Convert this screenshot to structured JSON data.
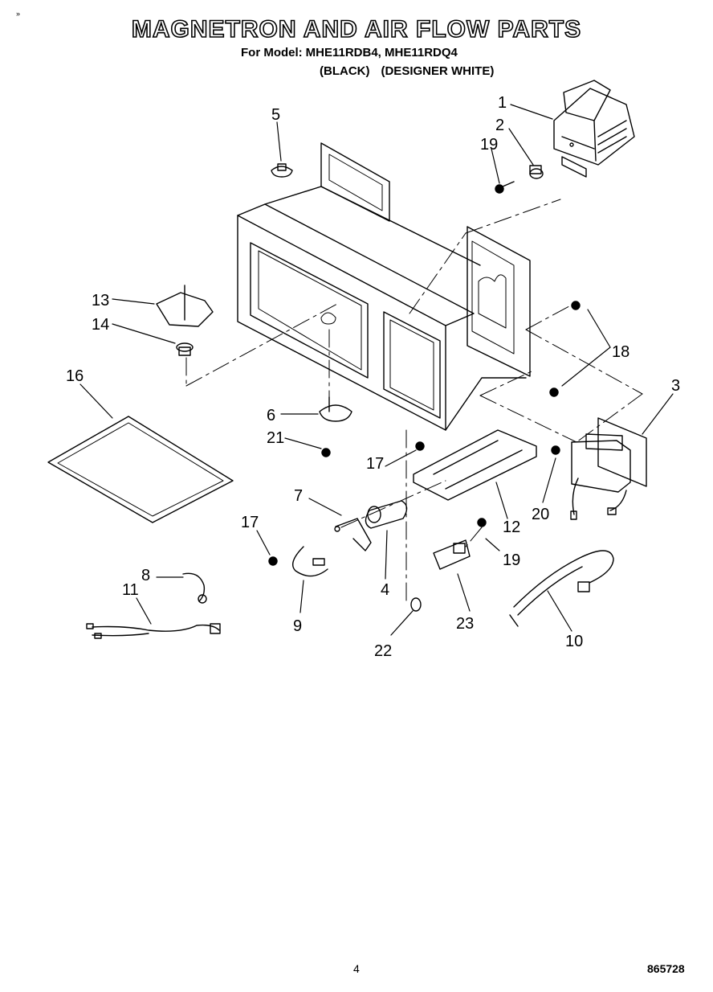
{
  "header": {
    "corner_mark": "»",
    "title": "MAGNETRON AND AIR FLOW PARTS",
    "model_label": "For Model:",
    "models": "MHE11RDB4, MHE11RDQ4",
    "finishes": [
      "(BLACK)",
      "(DESIGNER WHITE)"
    ]
  },
  "callouts": {
    "magnetron": "1",
    "thermal_cutout_top": "2",
    "transformer": "3",
    "capacitor": "4",
    "thermal_cutout_left": "5",
    "stirrer_motor": "6",
    "capacitor_bracket": "7",
    "wire_8": "8",
    "wire_9": "9",
    "harness_10": "10",
    "harness_11": "11",
    "bracket_12": "12",
    "stirrer_blade": "13",
    "stirrer_hub": "14",
    "glass_tray": "16",
    "screw_17_left": "17",
    "screw_17_center": "17",
    "screw_18": "18",
    "screw_19_top": "19",
    "screw_19_lower": "19",
    "screw_20": "20",
    "screw_21": "21",
    "washer_22": "22",
    "diode_23": "23"
  },
  "footer": {
    "page": "4",
    "doc": "865728"
  }
}
